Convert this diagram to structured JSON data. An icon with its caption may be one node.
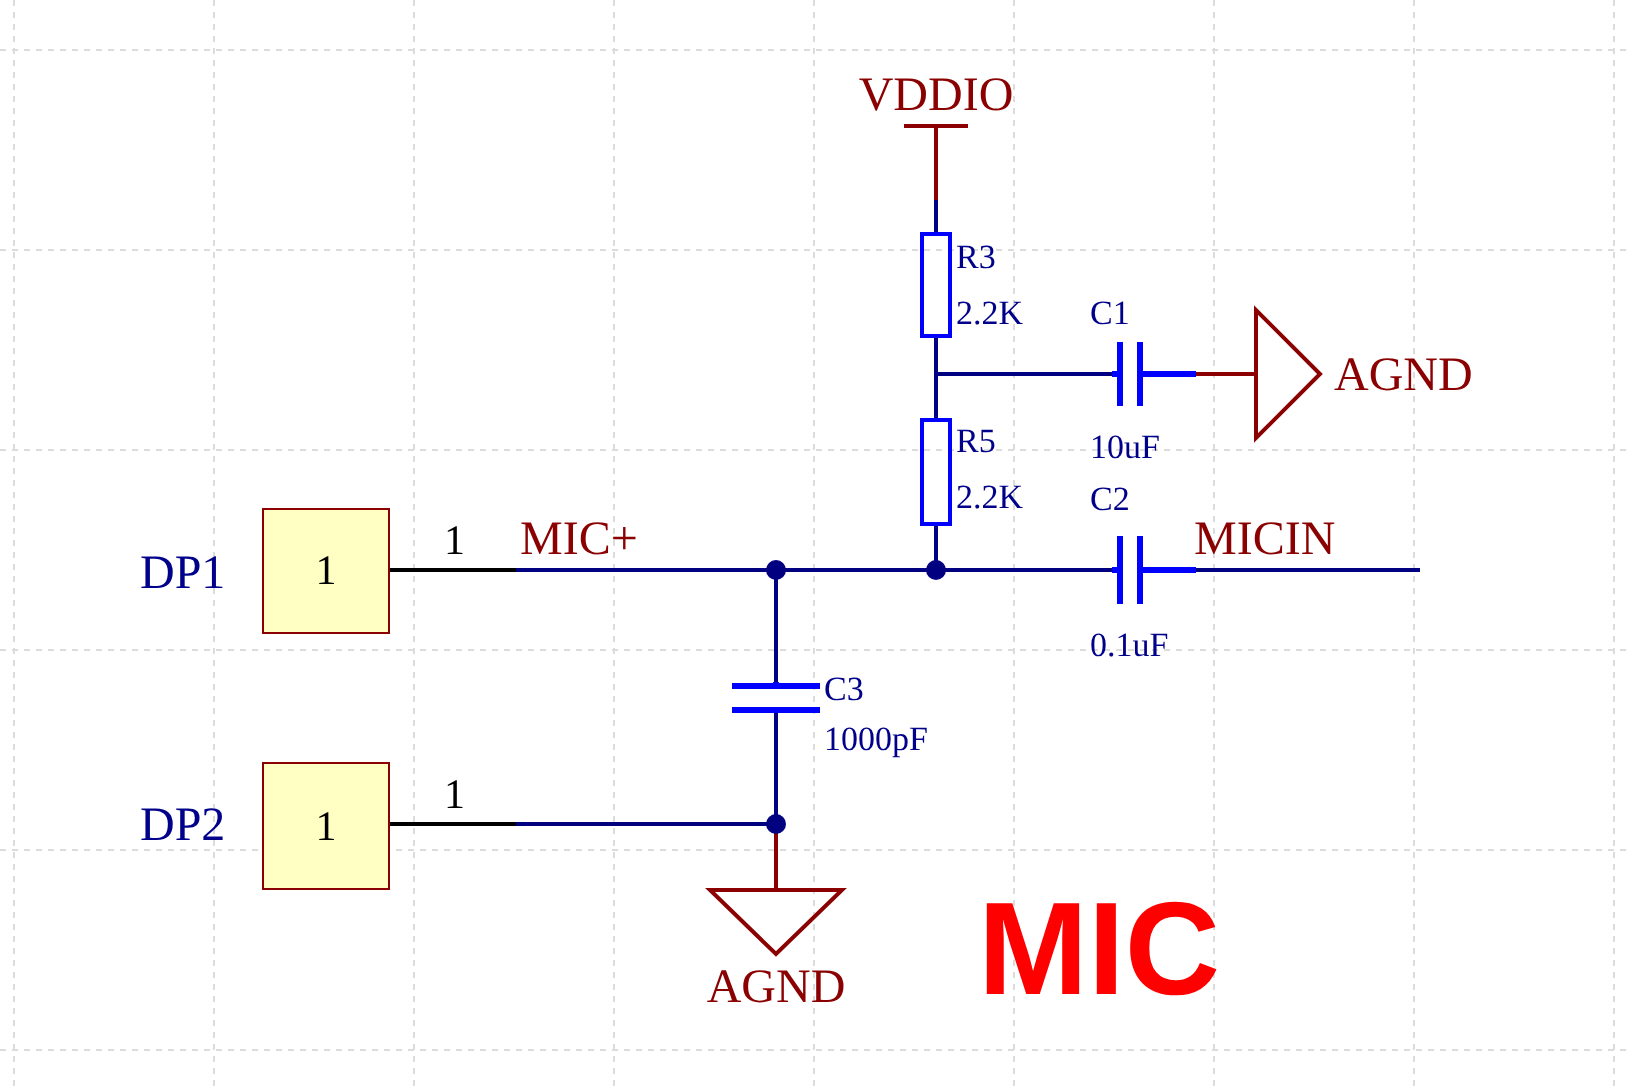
{
  "diagram": {
    "title": "MIC",
    "nodes": [
      {
        "text": [
          "1"
        ],
        "beside": [
          "DP1"
        ]
      },
      {
        "text": [
          "1"
        ],
        "beside": [
          "DP2"
        ]
      }
    ],
    "labels": [
      "VDDIO",
      "R3",
      "2.2K",
      "C1",
      "AGND",
      "R5",
      "2.2K",
      "10uF",
      "C2",
      "1",
      "MIC+",
      "MICIN",
      "0.1uF",
      "C3",
      "1000pF",
      "1",
      "AGND"
    ]
  }
}
